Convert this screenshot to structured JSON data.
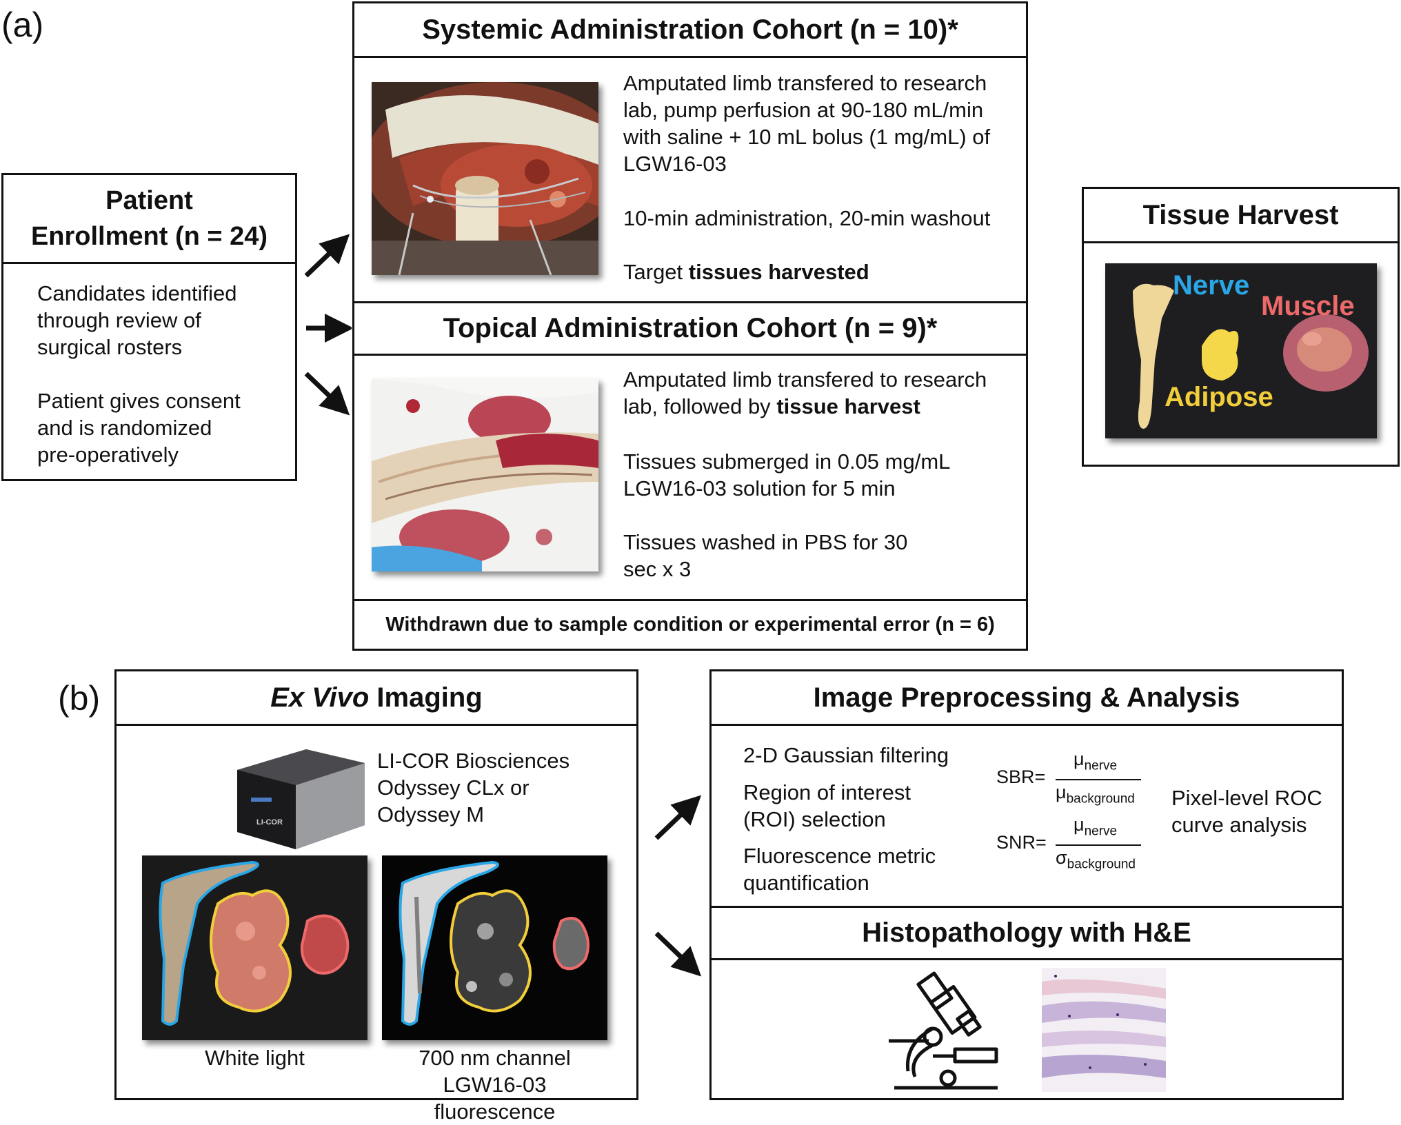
{
  "panel_labels": {
    "a": "(a)",
    "b": "(b)"
  },
  "enrollment": {
    "title_line1": "Patient",
    "title_line2": "Enrollment (n = 24)",
    "p1_lines": [
      "Candidates identified",
      "through review of",
      "surgical rosters"
    ],
    "p2_lines": [
      "Patient gives consent",
      "and is randomized",
      "pre-operatively"
    ]
  },
  "systemic": {
    "title": "Systemic Administration Cohort (n = 10)*",
    "p1_lines": [
      "Amputated limb transfered to research",
      "lab, pump perfusion at 90-180 mL/min",
      "with saline + 10 mL bolus (1 mg/mL) of",
      "LGW16-03"
    ],
    "p2": "10-min administration, 20-min washout",
    "p3_prefix": "Target ",
    "p3_bold": "tissues harvested"
  },
  "topical": {
    "title": "Topical Administration Cohort (n = 9)*",
    "p1_line1": "Amputated limb transfered to research",
    "p1_line2_prefix": "lab, followed by ",
    "p1_line2_bold": "tissue harvest",
    "p2_lines": [
      "Tissues submerged in 0.05 mg/mL",
      "LGW16-03 solution for 5 min"
    ],
    "p3_lines": [
      "Tissues washed in PBS for 30",
      "sec x 3"
    ]
  },
  "withdrawn": "Withdrawn due to sample condition or experimental error (n = 6)",
  "harvest": {
    "title": "Tissue Harvest",
    "labels": {
      "nerve": "Nerve",
      "muscle": "Muscle",
      "adipose": "Adipose"
    }
  },
  "imaging": {
    "title_italic": "Ex Vivo",
    "title_rest": " Imaging",
    "device_lines": [
      "LI-COR Biosciences",
      "Odyssey CLx or",
      "Odyssey M"
    ],
    "device_brand": "LI-COR",
    "caption_white": "White light",
    "caption_nir_lines": [
      "700 nm channel",
      "LGW16-03 fluorescence"
    ]
  },
  "analysis": {
    "title": "Image Preprocessing & Analysis",
    "step1": "2-D Gaussian filtering",
    "step2_lines": [
      "Region of interest",
      "(ROI) selection"
    ],
    "step3_lines": [
      "Fluorescence metric",
      "quantification"
    ],
    "sbr": {
      "lhs": "SBR=",
      "num_sym": "μ",
      "num_sub": "nerve",
      "den_sym": "μ",
      "den_sub": "background"
    },
    "snr": {
      "lhs": "SNR=",
      "num_sym": "μ",
      "num_sub": "nerve",
      "den_sym": "σ",
      "den_sub": "background"
    },
    "roc_lines": [
      "Pixel-level ROC",
      "curve analysis"
    ]
  },
  "histo": {
    "title": "Histopathology with H&E"
  },
  "colors": {
    "nerve": "#2aa6e6",
    "muscle": "#ee6a6a",
    "adipose": "#f2cf3a",
    "outline": "#111111"
  }
}
